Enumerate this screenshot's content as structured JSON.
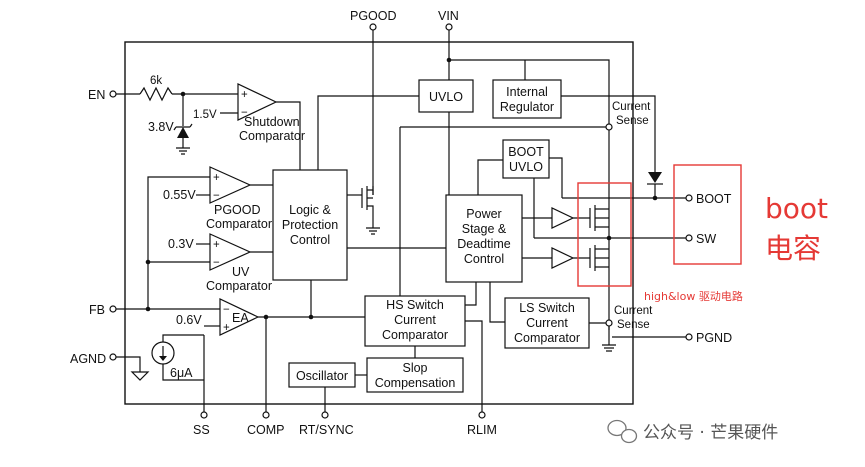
{
  "pins": {
    "en": "EN",
    "fb": "FB",
    "agnd": "AGND",
    "pgood": "PGOOD",
    "vin": "VIN",
    "boot": "BOOT",
    "sw": "SW",
    "pgnd": "PGND",
    "ss": "SS",
    "comp": "COMP",
    "rt_sync": "RT/SYNC",
    "rlim": "RLIM"
  },
  "blocks": {
    "uvlo": "UVLO",
    "internal_regulator": [
      "Internal",
      "Regulator"
    ],
    "logic_protection": [
      "Logic &",
      "Protection",
      "Control"
    ],
    "boot_uvlo": [
      "BOOT",
      "UVLO"
    ],
    "power_stage": [
      "Power",
      "Stage &",
      "Deadtime",
      "Control"
    ],
    "hs_switch": [
      "HS Switch",
      "Current",
      "Comparator"
    ],
    "ls_switch": [
      "LS Switch",
      "Current",
      "Comparator"
    ],
    "oscillator": "Oscillator",
    "slope_comp": [
      "Slop",
      "Compensation"
    ]
  },
  "labels": {
    "resistor": "6k",
    "zener_voltage": "3.8V",
    "shutdown_ref": "1.5V",
    "shutdown_comp": [
      "Shutdown",
      "Comparator"
    ],
    "pgood_ref": "0.55V",
    "pgood_comp": [
      "PGOOD",
      "Comparator"
    ],
    "uv_ref": "0.3V",
    "uv_comp": [
      "UV",
      "Comparator"
    ],
    "ea_ref": "0.6V",
    "ea": "EA",
    "current_source": "6μA",
    "current_sense_top": [
      "Current",
      "Sense"
    ],
    "current_sense_bottom": [
      "Current",
      "Sense"
    ],
    "plus": "+",
    "minus": "−"
  },
  "annotations": {
    "boot_cap": [
      "boot",
      "电容"
    ],
    "driver": "high&low 驱动电路",
    "watermark": "公众号 · 芒果硬件"
  },
  "colors": {
    "annotation": "#e53935",
    "line": "#111111"
  }
}
